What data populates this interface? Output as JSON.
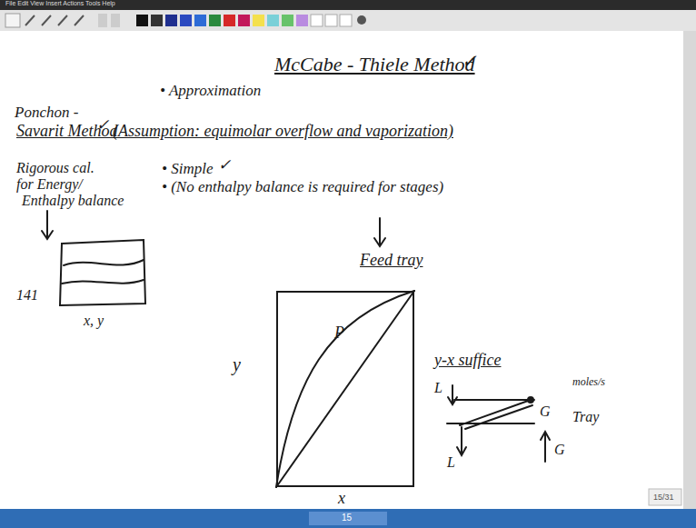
{
  "diagram": {
    "title": "McCabe - Thiele Method",
    "nodes": [
      {
        "text": [
          "P"
        ]
      }
    ],
    "labels": [
      "File Edit View Insert Actions Tools Help",
      "✓",
      "• Approximation",
      "Ponchon -",
      "Savarit Method",
      "✓",
      "(Assumption: equimolar overflow and vaporization)",
      "Rigorous cal.",
      "for Energy/",
      "Enthalpy balance",
      "• Simple",
      "✓",
      "• (No enthalpy balance is required for stages)",
      "Feed tray",
      "141",
      "x, y",
      "y",
      "x",
      "y-x suffice",
      "moles/s",
      "L",
      "G",
      "Tray",
      "L",
      "G",
      "15/31",
      "15"
    ]
  }
}
